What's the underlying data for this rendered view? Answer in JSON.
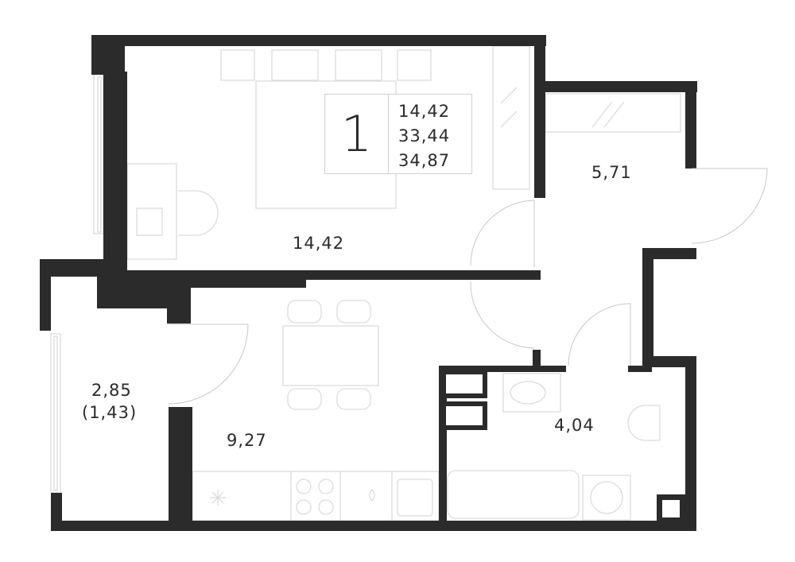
{
  "summary": {
    "rooms": "1",
    "living_area": "14,42",
    "total_area": "33,44",
    "total_area_with_balcony": "34,87"
  },
  "rooms": {
    "bedroom": "14,42",
    "hall": "5,71",
    "kitchen": "9,27",
    "bathroom": "4,04",
    "balcony": "2,85",
    "balcony_reduced": "(1,43)"
  },
  "colors": {
    "wall": "#2b2b2b",
    "furniture": "#dcdcdc",
    "text": "#2a2a2a"
  }
}
